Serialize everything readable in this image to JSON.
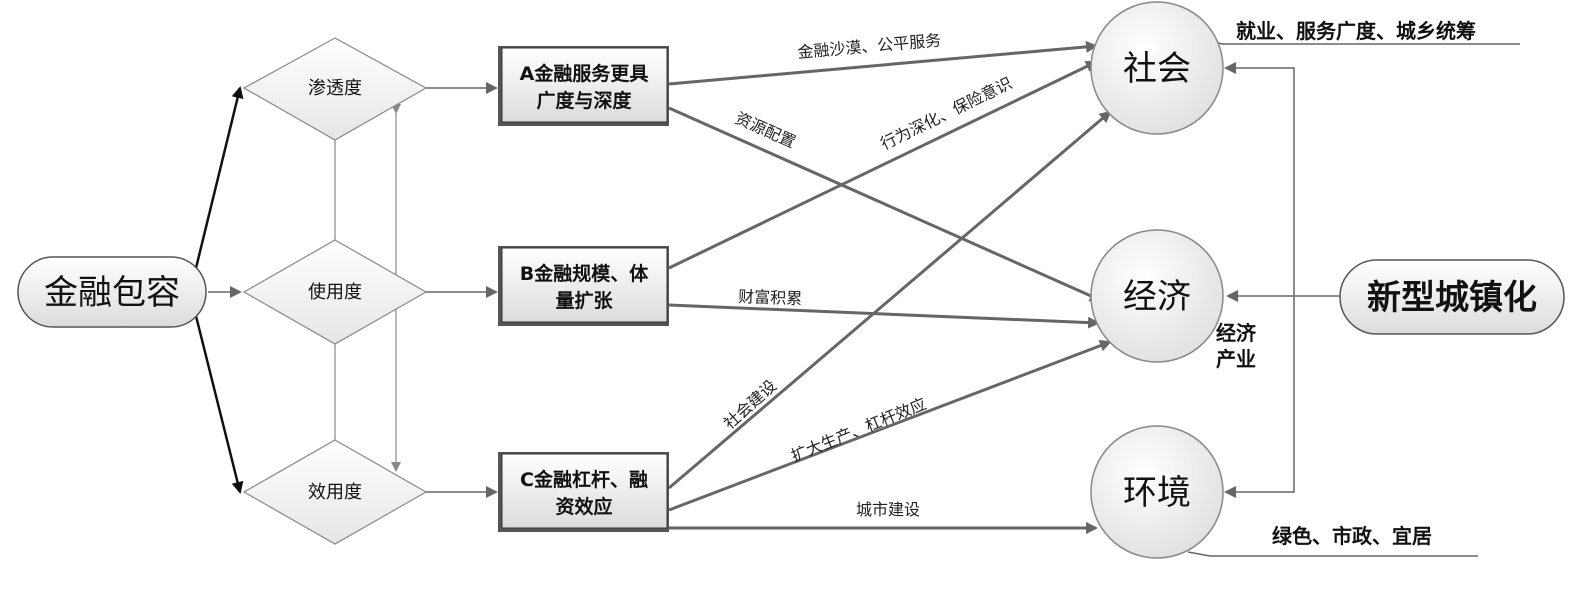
{
  "root": {
    "label": "金融包容"
  },
  "urbanization": {
    "label": "新型城镇化"
  },
  "dimensions": {
    "penetration": "渗透度",
    "usage": "使用度",
    "utility": "效用度"
  },
  "boxes": {
    "a": {
      "line1": "A金融服务更具",
      "line2": "广度与深度"
    },
    "b": {
      "line1": "B金融规模、体",
      "line2": "量扩张"
    },
    "c": {
      "line1": "C金融杠杆、融",
      "line2": "资效应"
    }
  },
  "outcomes": {
    "society": "社会",
    "economy": "经济",
    "environment": "环境"
  },
  "notes": {
    "society": "就业、服务广度、城乡统筹",
    "economy_line1": "经济",
    "economy_line2": "产业",
    "environment": "绿色、市政、宜居"
  },
  "edge_labels": {
    "a_society": "金融沙漠、公平服务",
    "a_economy": "资源配置",
    "b_society": "行为深化、保险意识",
    "b_economy": "财富积累",
    "c_society": "社会建设",
    "c_economy": "扩大生产、杠杆效应",
    "c_environment": "城市建设"
  }
}
